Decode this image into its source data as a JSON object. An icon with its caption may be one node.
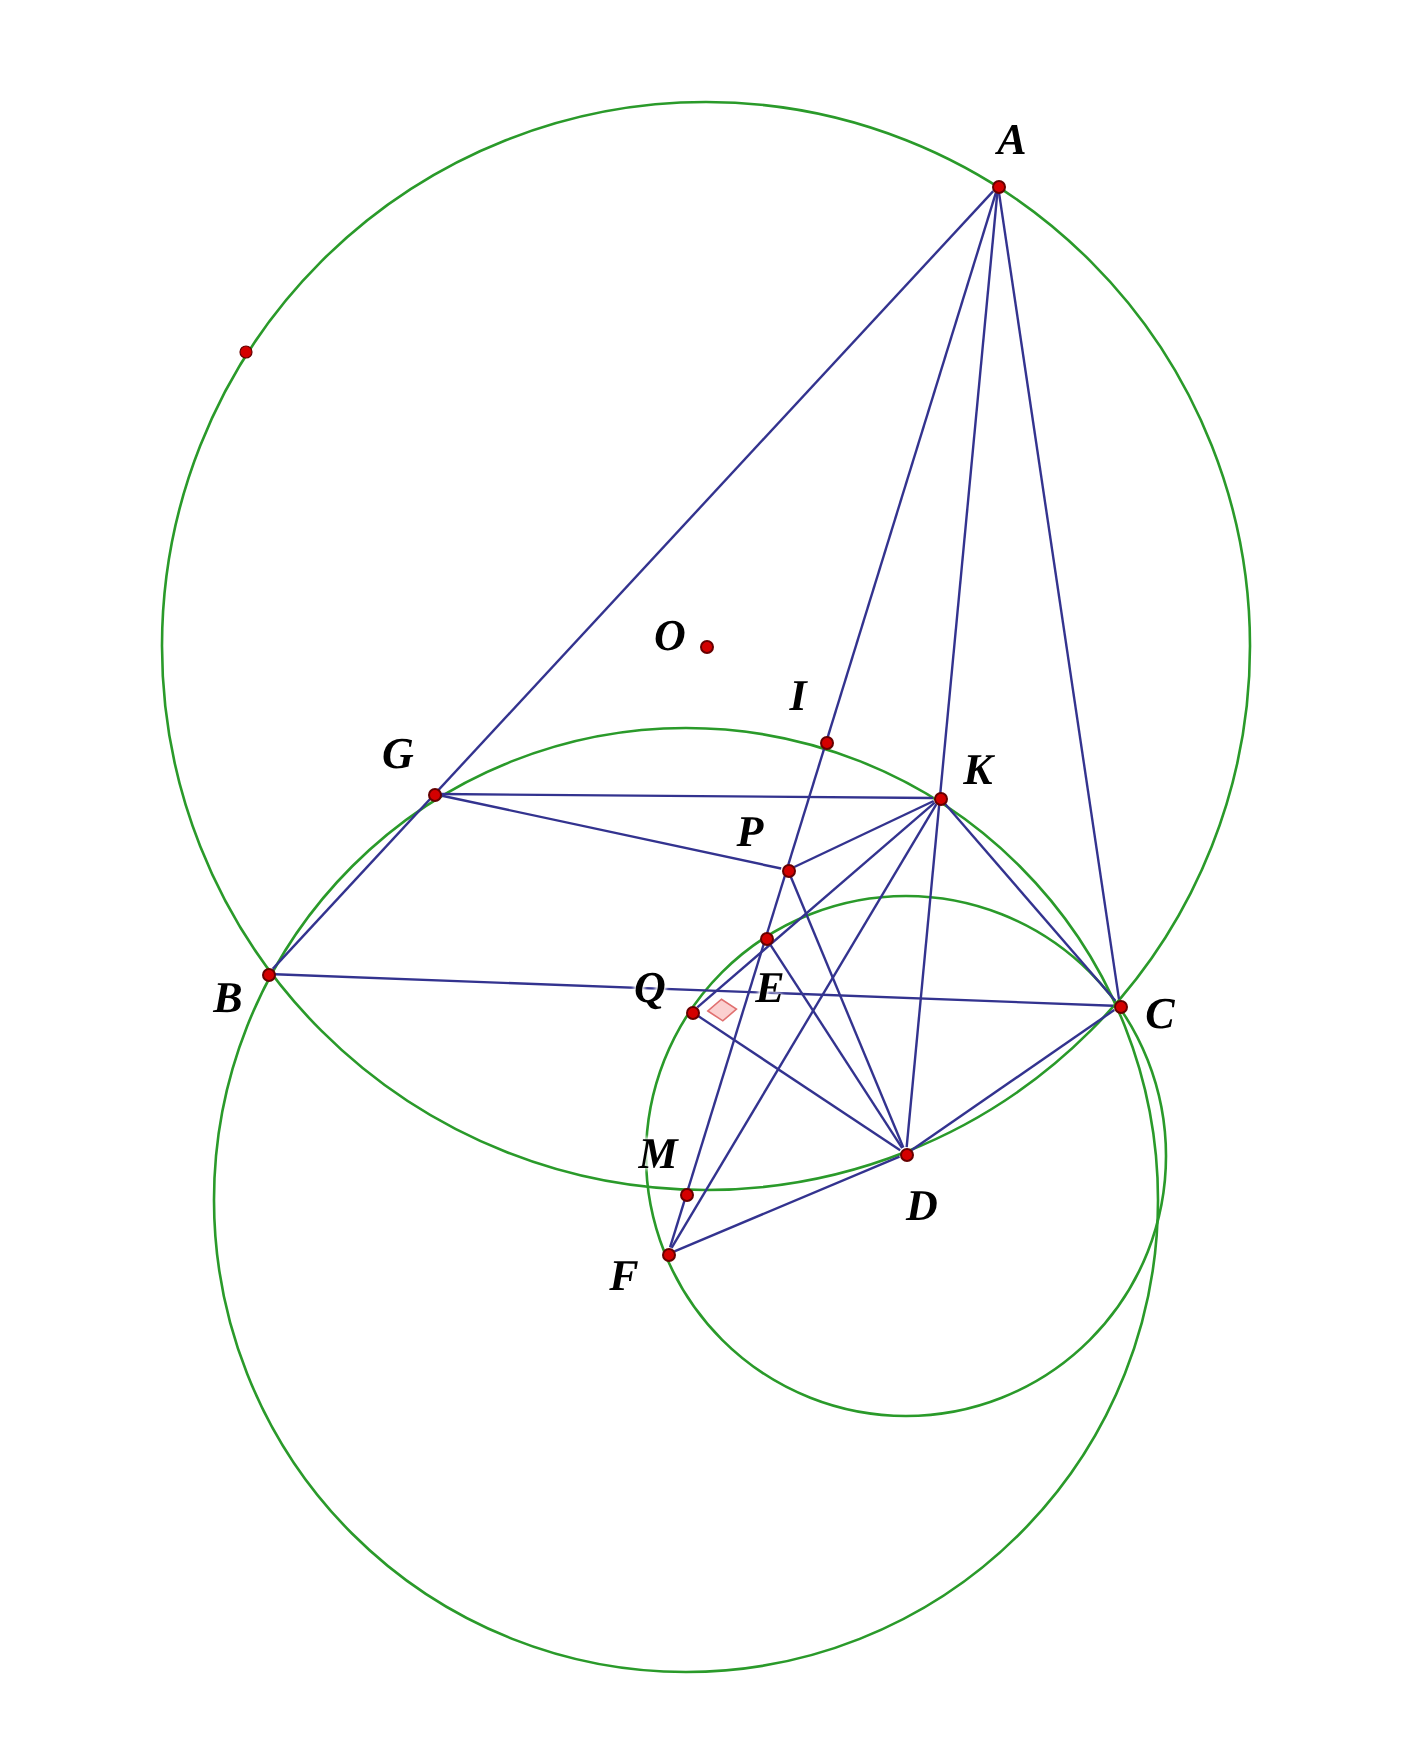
{
  "diagram": {
    "nodes": [
      {
        "text": [
          "A"
        ]
      },
      {
        "text": [
          "O"
        ]
      },
      {
        "text": [
          "I"
        ]
      },
      {
        "text": [
          "G"
        ]
      },
      {
        "text": [
          "K"
        ]
      },
      {
        "text": [
          "P"
        ]
      },
      {
        "text": [
          "E"
        ]
      },
      {
        "text": [
          "B"
        ]
      },
      {
        "text": [
          "Q"
        ]
      },
      {
        "text": [
          "C"
        ]
      },
      {
        "text": [
          "M"
        ]
      },
      {
        "text": [
          "D"
        ]
      },
      {
        "text": [
          "F"
        ]
      }
    ],
    "edges": [
      {
        "from": 0,
        "to": 7,
        "arrow": "none"
      },
      {
        "from": 0,
        "to": 12,
        "arrow": "none"
      },
      {
        "from": 0,
        "to": 11,
        "arrow": "none"
      },
      {
        "from": 0,
        "to": 9,
        "arrow": "none"
      },
      {
        "from": 3,
        "to": 4,
        "arrow": "none"
      },
      {
        "from": 3,
        "to": 5,
        "arrow": "none"
      },
      {
        "from": 7,
        "to": 9,
        "arrow": "none"
      },
      {
        "from": 4,
        "to": 5,
        "arrow": "none"
      },
      {
        "from": 4,
        "to": 8,
        "arrow": "none"
      },
      {
        "from": 4,
        "to": 12,
        "arrow": "none"
      },
      {
        "from": 4,
        "to": 9,
        "arrow": "none"
      },
      {
        "from": 5,
        "to": 11,
        "arrow": "none"
      },
      {
        "from": 6,
        "to": 11,
        "arrow": "none"
      },
      {
        "from": 8,
        "to": 11,
        "arrow": "none"
      },
      {
        "from": 12,
        "to": 11,
        "arrow": "none"
      },
      {
        "from": 11,
        "to": 9,
        "arrow": "none"
      }
    ]
  }
}
